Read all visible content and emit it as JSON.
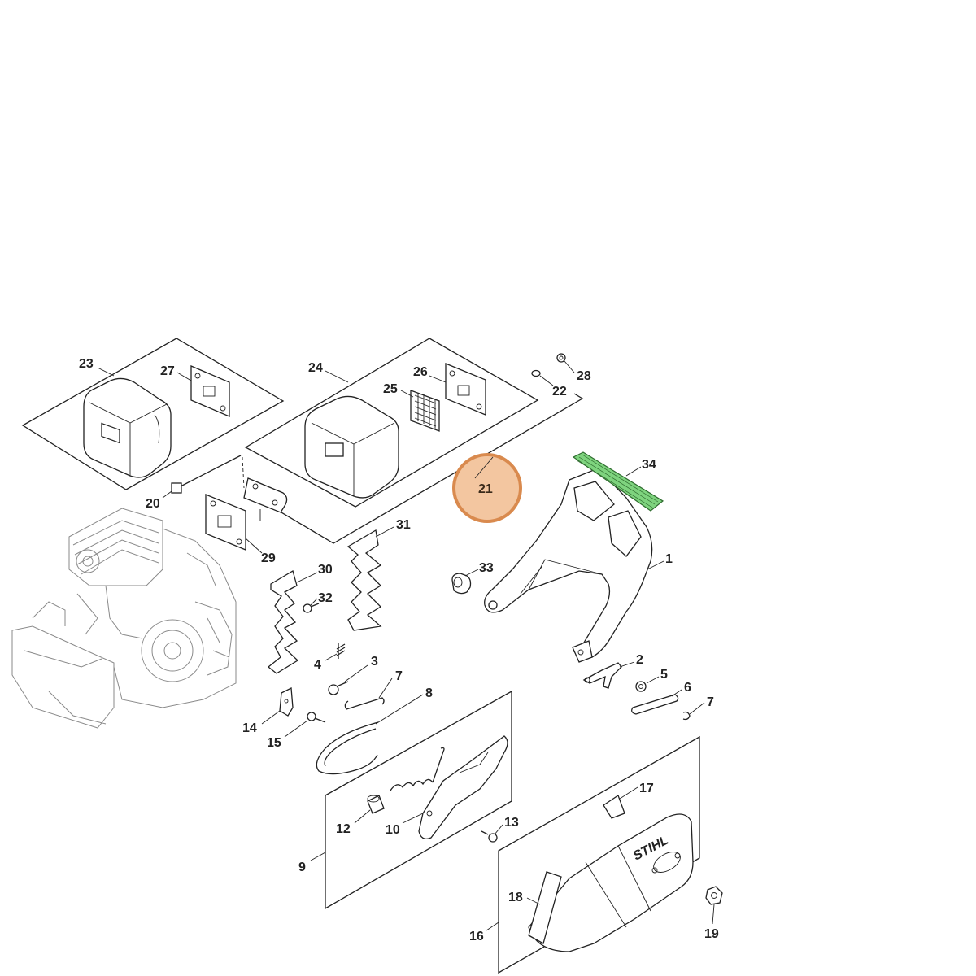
{
  "diagram": {
    "parts": [
      {
        "id": "p1",
        "label": "1"
      },
      {
        "id": "p2",
        "label": "2"
      },
      {
        "id": "p3",
        "label": "3"
      },
      {
        "id": "p4",
        "label": "4"
      },
      {
        "id": "p5",
        "label": "5"
      },
      {
        "id": "p6",
        "label": "6"
      },
      {
        "id": "p7a",
        "label": "7"
      },
      {
        "id": "p7b",
        "label": "7"
      },
      {
        "id": "p8",
        "label": "8"
      },
      {
        "id": "p9",
        "label": "9"
      },
      {
        "id": "p10",
        "label": "10"
      },
      {
        "id": "p12",
        "label": "12"
      },
      {
        "id": "p13",
        "label": "13"
      },
      {
        "id": "p14",
        "label": "14"
      },
      {
        "id": "p15",
        "label": "15"
      },
      {
        "id": "p16",
        "label": "16"
      },
      {
        "id": "p17",
        "label": "17"
      },
      {
        "id": "p18",
        "label": "18"
      },
      {
        "id": "p19",
        "label": "19"
      },
      {
        "id": "p20",
        "label": "20"
      },
      {
        "id": "p21",
        "label": "21"
      },
      {
        "id": "p22",
        "label": "22"
      },
      {
        "id": "p23",
        "label": "23"
      },
      {
        "id": "p24",
        "label": "24"
      },
      {
        "id": "p25",
        "label": "25"
      },
      {
        "id": "p26",
        "label": "26"
      },
      {
        "id": "p27",
        "label": "27"
      },
      {
        "id": "p28",
        "label": "28"
      },
      {
        "id": "p29",
        "label": "29"
      },
      {
        "id": "p30",
        "label": "30"
      },
      {
        "id": "p31",
        "label": "31"
      },
      {
        "id": "p32",
        "label": "32"
      },
      {
        "id": "p33",
        "label": "33"
      },
      {
        "id": "p34",
        "label": "34"
      }
    ],
    "highlight": {
      "part": "21",
      "fill_color": "#f3c6a0",
      "stroke_color": "#d98a4e"
    },
    "selected_part_color": "#7ed37e",
    "brand_text": "STIHL"
  }
}
